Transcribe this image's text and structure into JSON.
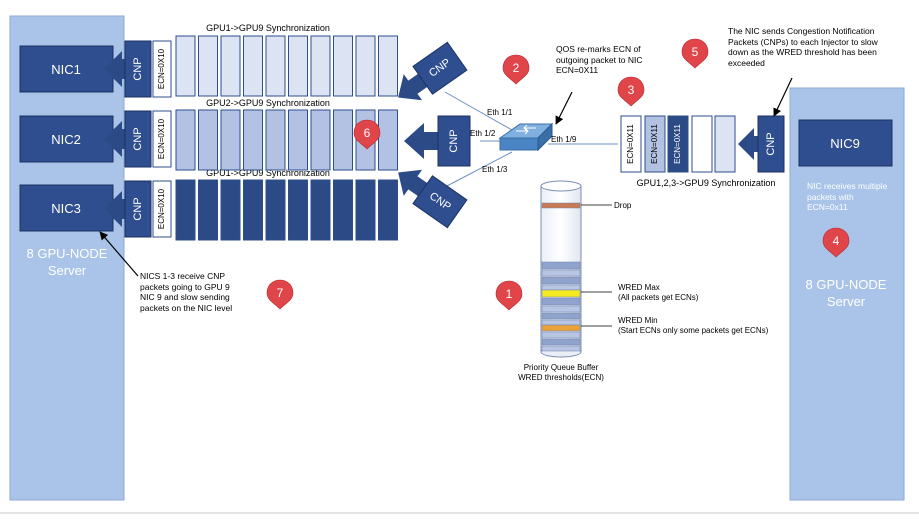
{
  "servers": {
    "left_label_line1": "8 GPU-NODE",
    "left_label_line2": "Server",
    "right_label_line1": "8 GPU-NODE",
    "right_label_line2": "Server"
  },
  "nics": {
    "nic1": "NIC1",
    "nic2": "NIC2",
    "nic3": "NIC3",
    "nic9": "NIC9"
  },
  "cnp_label": "CNP",
  "ecn_left": "ECN=0X10",
  "ecn_right": "ECN=0X11",
  "sync_labels": {
    "row1": "GPU1->GPU9 Synchronization",
    "row2": "GPU2->GPU9 Synchronization",
    "row3": "GPU1->GPU9 Synchronization",
    "right": "GPU1,2,3->GPU9 Synchronization"
  },
  "ports": {
    "eth1_1": "Eth 1/1",
    "eth1_2": "Eth 1/2",
    "eth1_3": "Eth 1/3",
    "eth1_9": "Eth 1/9"
  },
  "callouts": {
    "c1": "1",
    "c2": "2",
    "c3": "3",
    "c4": "4",
    "c5": "5",
    "c6": "6",
    "c7": "7"
  },
  "notes": {
    "qos_1": "QOS re-marks ECN of",
    "qos_2": "outgoing packet to NIC",
    "qos_3": "ECN=0X11",
    "cnp_1": "The NIC sends Congestion Notification",
    "cnp_2": "Packets (CNPs) to each Injector to slow",
    "cnp_3": "down as the WRED threshold has been",
    "cnp_4": "exceeded",
    "nic9_1": "NIC receives multiple",
    "nic9_2": "packets with",
    "nic9_3": "ECN=0x11",
    "nics_1": "NICS 1-3 receive CNP",
    "nics_2": "packets going to GPU 9",
    "nics_3": "NIC 9 and slow sending",
    "nics_4": "packets on the NIC level"
  },
  "buffer": {
    "drop": "Drop",
    "wred_max": "WRED Max",
    "wred_max_sub": "(All packets get  ECNs)",
    "wred_min": "WRED Min",
    "wred_min_sub": "(Start ECNs only some packets get ECNs)",
    "caption_1": "Priority Queue Buffer",
    "caption_2": "WRED thresholds(ECN)"
  },
  "colors": {
    "server_bg": "#a9c4e8",
    "nic_fill": "#2e4e8f",
    "packet_light": "#dce3f2",
    "packet_mid": "#b3c2e3",
    "packet_dark": "#2b4a86",
    "callout_red": "#e0454a",
    "wred_max": "#f5ea22",
    "wred_min": "#e9a23a",
    "drop": "#c87a55"
  }
}
